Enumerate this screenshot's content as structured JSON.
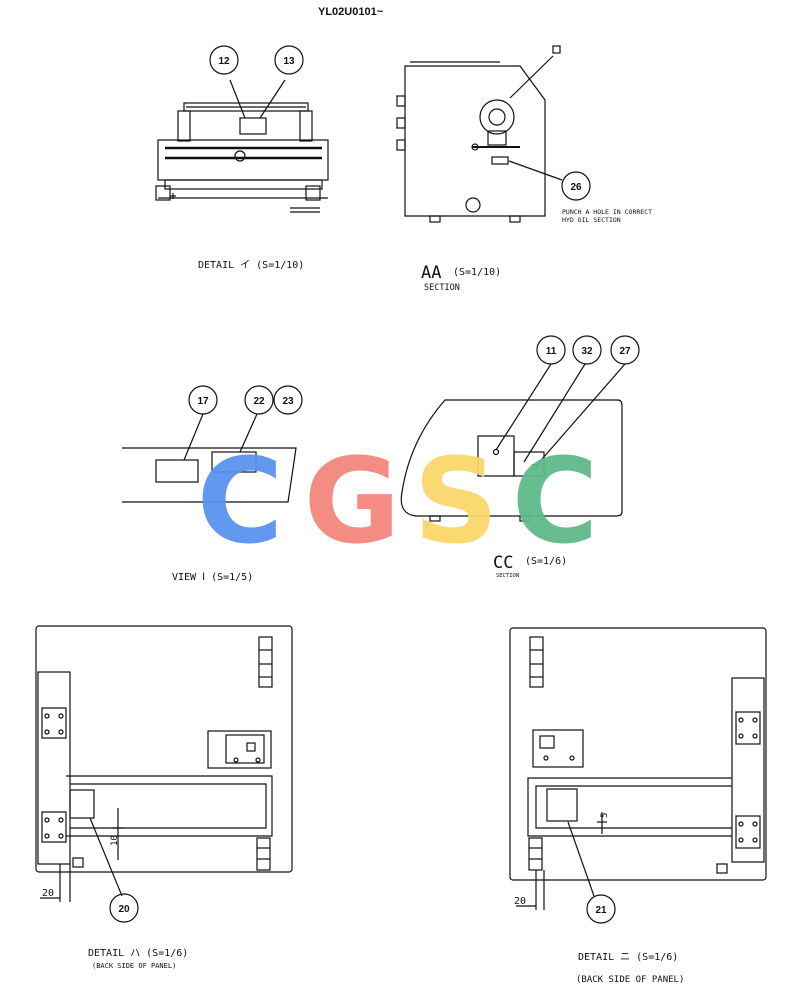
{
  "header": {
    "doc_code": "YL02U0101~"
  },
  "watermark": {
    "letters": [
      "C",
      "G",
      "S",
      "C"
    ],
    "colors": [
      "#5a92ee",
      "#f2877d",
      "#fad66a",
      "#5fb98a"
    ]
  },
  "callouts": {
    "c12": "12",
    "c13": "13",
    "c26": "26",
    "c17": "17",
    "c22": "22",
    "c23": "23",
    "c11": "11",
    "c32": "32",
    "c27": "27",
    "c20": "20",
    "c21": "21"
  },
  "notes": {
    "punch_line1": "PUNCH A HOLE IN CORRECT",
    "punch_line2": "HYD OIL SECTION"
  },
  "views": {
    "detail_i": {
      "title": "DETAIL イ (S=1/10)"
    },
    "section_aa": {
      "letters": "AA",
      "scale": "(S=1/10)",
      "caption": "SECTION"
    },
    "view_i": {
      "title": "VIEW Ⅰ (S=1/5)"
    },
    "section_cc": {
      "letters": "CC",
      "scale": "(S=1/6)",
      "caption": "SECTION"
    },
    "detail_ha": {
      "title": "DETAIL ハ (S=1/6)",
      "subtitle": "(BACK SIDE OF PANEL)",
      "dim_20": "20",
      "dim_10": "10"
    },
    "detail_ni": {
      "title": "DETAIL ニ (S=1/6)",
      "subtitle": "(BACK SIDE OF PANEL)",
      "dim_20": "20",
      "dim_5": "5"
    }
  }
}
